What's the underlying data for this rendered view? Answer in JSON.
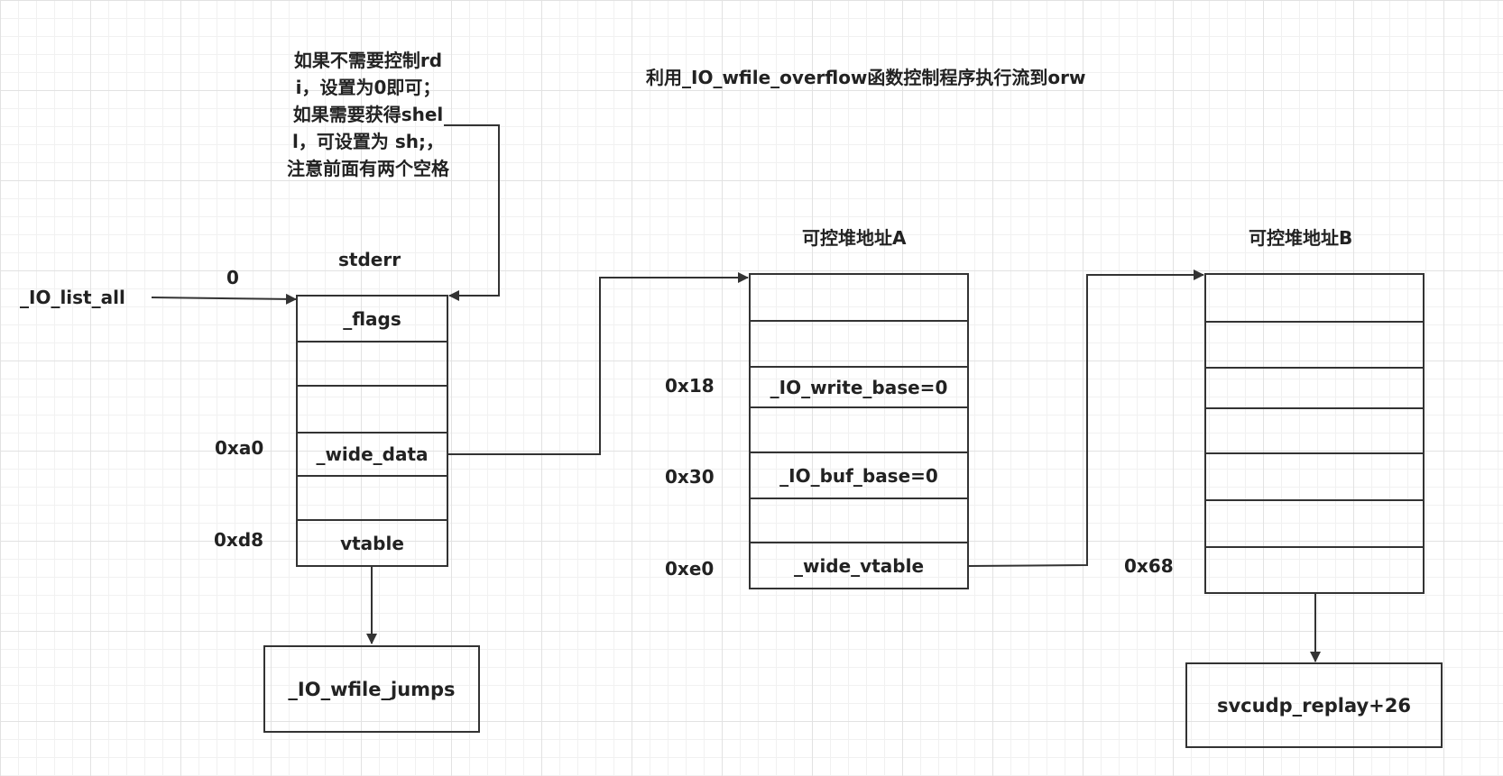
{
  "title": "利用_IO_wfile_overflow函数控制程序执行流到orw",
  "note": "如果不需要控制rdi，设置为0即可；如果需要获得shell，可设置为 sh;，注意前面有两个空格",
  "io_list_all": {
    "label": "_IO_list_all",
    "value": "0"
  },
  "stderr": {
    "title": "stderr",
    "cells": [
      "_flags",
      "",
      "",
      "_wide_data",
      "",
      "vtable"
    ],
    "offsets": {
      "wide_data": "0xa0",
      "vtable": "0xd8"
    }
  },
  "heap_a": {
    "title": "可控堆地址A",
    "cells": [
      "",
      "",
      "_IO_write_base=0",
      "",
      "_IO_buf_base=0",
      "",
      "_wide_vtable"
    ],
    "offsets": {
      "write_base": "0x18",
      "buf_base": "0x30",
      "wide_vtable": "0xe0"
    }
  },
  "heap_b": {
    "title": "可控堆地址B",
    "cells": [
      "",
      "",
      "",
      "",
      "",
      "",
      "",
      ""
    ],
    "offsets": {
      "entry": "0x68"
    }
  },
  "jumps": "_IO_wfile_jumps",
  "target": "svcudp_replay+26"
}
